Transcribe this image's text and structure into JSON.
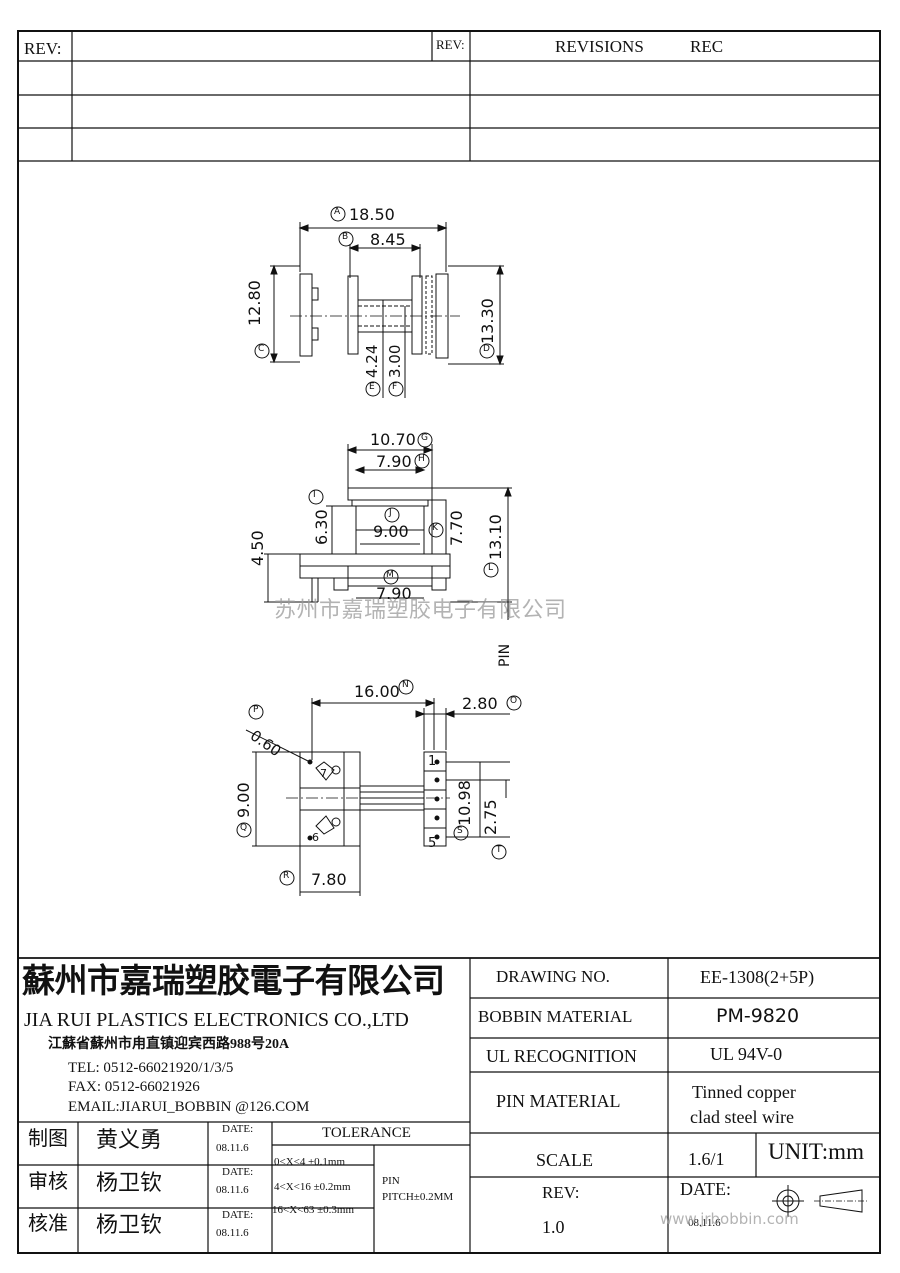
{
  "revision_block": {
    "rev_label_left": "REV:",
    "rev_label_right": "REV:",
    "revisions_label": "REVISIONS",
    "rec_label": "REC"
  },
  "top_view": {
    "dim_a": "18.50",
    "dim_b": "8.45",
    "dim_c": "12.80",
    "dim_d": "13.30",
    "dim_e": "4.24",
    "dim_f": "3.00",
    "markers": [
      "A",
      "B",
      "C",
      "D",
      "E",
      "F"
    ]
  },
  "side_view": {
    "dim_g": "10.70",
    "dim_h": "7.90",
    "dim_i": "6.30",
    "dim_j": "9.00",
    "dim_k": "7.70",
    "dim_l": "13.10",
    "dim_m": "7.90",
    "dim_height": "4.50",
    "pin_label": "PIN",
    "markers": [
      "G",
      "H",
      "I",
      "J",
      "K",
      "L",
      "M"
    ]
  },
  "bottom_view": {
    "dim_n": "16.00",
    "dim_o": "2.80",
    "dim_p": "0.60",
    "dim_q": "9.00",
    "dim_r": "7.80",
    "dim_s": "10.98",
    "dim_t": "2.75",
    "pin_1": "1",
    "pin_5": "5",
    "pin_6": "6",
    "pin_7": "7",
    "markers": [
      "N",
      "O",
      "P",
      "Q",
      "R",
      "S",
      "T"
    ]
  },
  "watermark": {
    "chinese": "苏州市嘉瑞塑胶电子有限公司",
    "url": "www.jrbobbin.com"
  },
  "title_block": {
    "company_cn": "蘇州市嘉瑞塑胶電子有限公司",
    "company_en": "JIA RUI PLASTICS ELECTRONICS CO.,LTD",
    "address": "江蘇省蘇州市甪直镇迎宾西路988号20A",
    "tel": "TEL:  0512-66021920/1/3/5",
    "fax": "FAX:  0512-66021926",
    "email": "EMAIL:JIARUI_BOBBIN @126.COM",
    "drawing_no_label": "DRAWING   NO.",
    "drawing_no": "EE-1308(2+5P)",
    "bobbin_material_label": "BOBBIN  MATERIAL",
    "bobbin_material": "PM-9820",
    "ul_label": "UL RECOGNITION",
    "ul_value": "UL 94V-0",
    "pin_material_label": "PIN MATERIAL",
    "pin_material_line1": "Tinned copper",
    "pin_material_line2": "clad steel wire",
    "scale_label": "SCALE",
    "scale_value": "1.6/1",
    "unit_label": "UNIT:mm",
    "rev_label": "REV:",
    "rev_value": "1.0",
    "date_label_big": "DATE:",
    "date_value_big": "08.11.6",
    "sign_rows": [
      {
        "role": "制图",
        "name": "黄义勇",
        "date_label": "DATE:",
        "date": "08.11.6"
      },
      {
        "role": "审核",
        "name": "杨卫钦",
        "date_label": "DATE:",
        "date": "08.11.6"
      },
      {
        "role": "核准",
        "name": "杨卫钦",
        "date_label": "DATE:",
        "date": "08.11.6"
      }
    ],
    "tolerance_label": "TOLERANCE",
    "tolerance_rows": [
      "0<X<4  ±0.1mm",
      "4<X<16 ±0.2mm",
      "16<X<63 ±0.3mm"
    ],
    "pin_label": "PIN",
    "pitch_label": "PITCH±0.2MM"
  }
}
